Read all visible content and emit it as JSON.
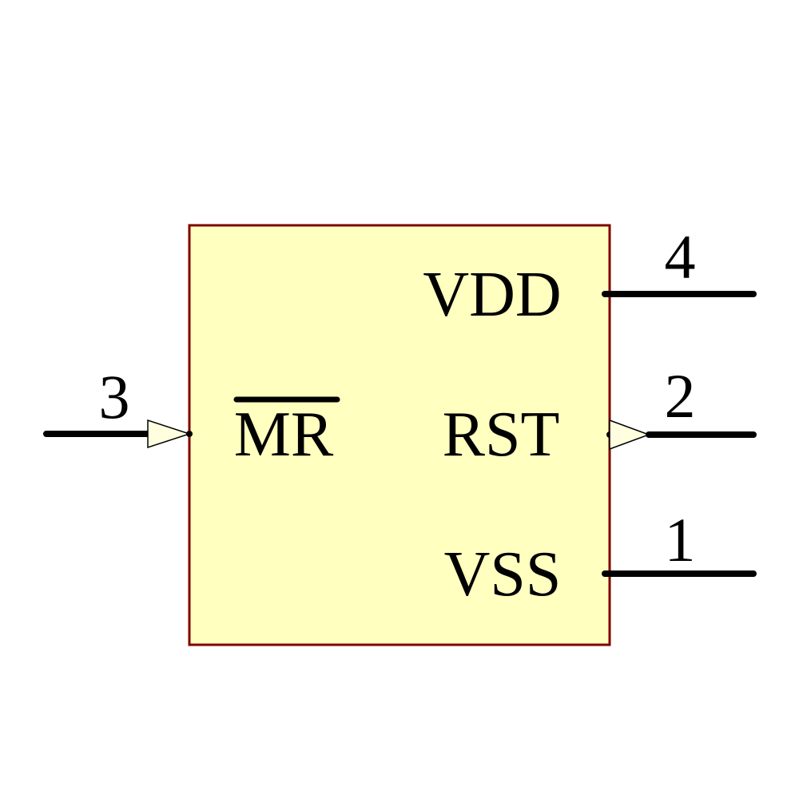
{
  "diagram": {
    "type": "circuit-symbol",
    "colors": {
      "background": "#FFFFFF",
      "body_fill": "#FFFFC0",
      "body_border": "#800000",
      "arrow_fill": "#FFFFE0",
      "wire": "#000000",
      "text": "#000000"
    },
    "pins": {
      "mr": {
        "number": "3",
        "label": "MR",
        "side": "left",
        "active_low": true,
        "arrow": "input-arrow"
      },
      "vdd": {
        "number": "4",
        "label": "VDD",
        "side": "right",
        "active_low": false
      },
      "rst": {
        "number": "2",
        "label": "RST",
        "side": "right",
        "active_low": false,
        "arrow": "output-arrow"
      },
      "vss": {
        "number": "1",
        "label": "VSS",
        "side": "right",
        "active_low": false
      }
    }
  }
}
